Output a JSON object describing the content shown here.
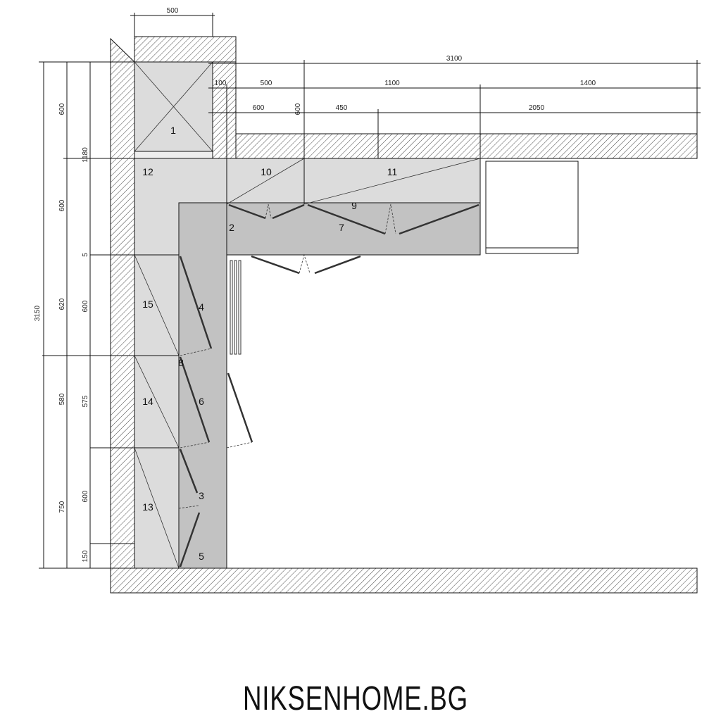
{
  "plan": {
    "dimensions_top": {
      "unit1_width": "500",
      "overall_width": "3100",
      "row1": [
        "100",
        "500",
        "1100",
        "1400"
      ],
      "row2": [
        "600",
        "450",
        "2050"
      ],
      "corner_depth": "600"
    },
    "dimensions_left": {
      "overall_height": "3150",
      "outer": [
        "600",
        "600",
        "620",
        "580",
        "750"
      ],
      "inner": [
        "1180",
        "5",
        "600",
        "575",
        "600",
        "150"
      ]
    },
    "cabinets": [
      "1",
      "2",
      "3",
      "4",
      "5",
      "6",
      "7",
      "8",
      "9",
      "10",
      "11",
      "12",
      "13",
      "14",
      "15"
    ],
    "colors": {
      "worktop": "#dcdcdc",
      "base_cabinet": "#c2c2c2",
      "wall": "#ffffff",
      "hatch": "#333333"
    }
  },
  "brand": "NIKSENHOME.BG"
}
